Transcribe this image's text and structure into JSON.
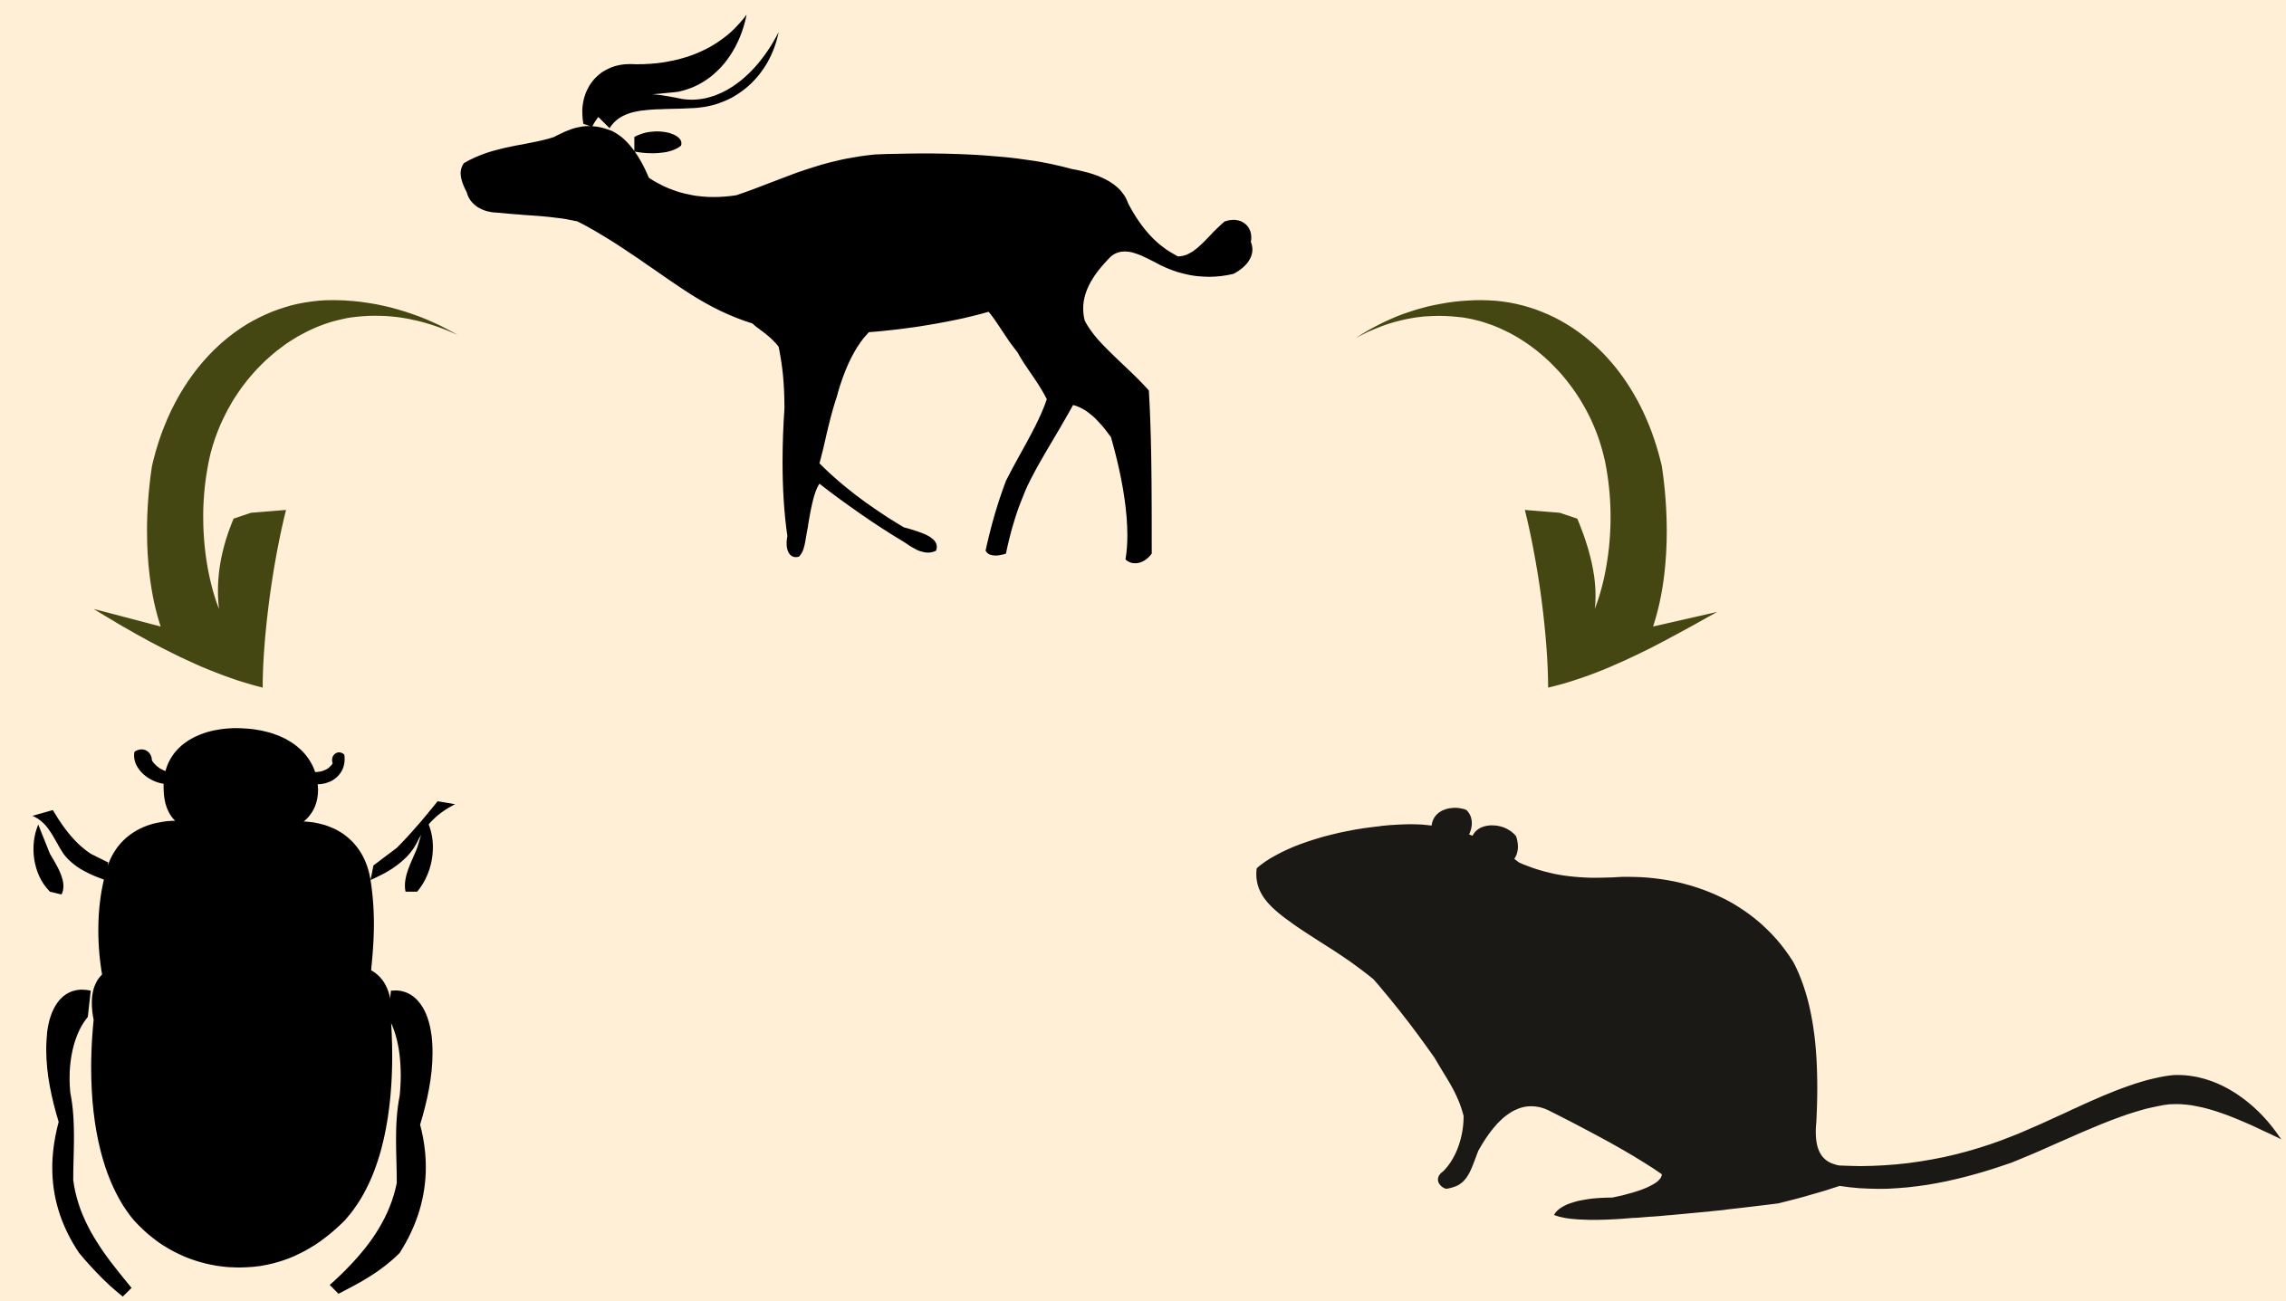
{
  "diagram": {
    "background": "#FFEFD6",
    "silhouette_color": "#000000",
    "rodent_color": "#1B1915",
    "arrow_color": "#454712",
    "nodes": [
      {
        "id": "antelope",
        "icon": "antelope-silhouette-icon"
      },
      {
        "id": "dung-beetle",
        "icon": "dung-beetle-silhouette-icon"
      },
      {
        "id": "rodent",
        "icon": "rodent-silhouette-icon"
      }
    ],
    "edges": [
      {
        "from": "antelope",
        "to": "dung-beetle",
        "icon": "curved-arrow-down-left-icon"
      },
      {
        "from": "antelope",
        "to": "rodent",
        "icon": "curved-arrow-down-right-icon"
      }
    ]
  }
}
